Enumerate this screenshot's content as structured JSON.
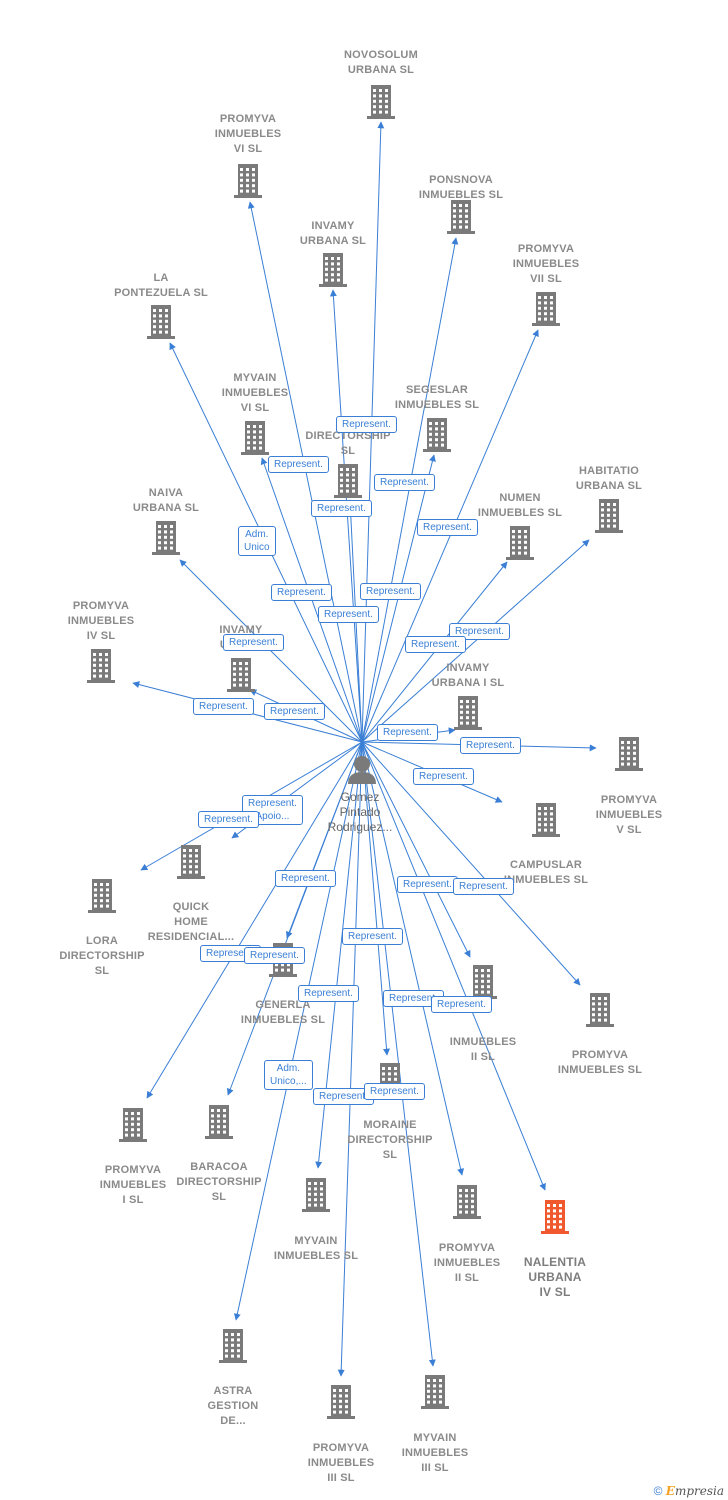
{
  "center": {
    "label": "Gomez\nPintado\nRodriguez..."
  },
  "colors": {
    "edge": "#3a7fd5",
    "building": "#7a7a7a",
    "highlight": "#f0582e"
  },
  "companies": [
    {
      "id": "novosolum",
      "label": "NOVOSOLUM\nURBANA  SL"
    },
    {
      "id": "promyva-vi",
      "label": "PROMYVA\nINMUEBLES\nVI  SL"
    },
    {
      "id": "ponsnova",
      "label": "PONSNOVA\nINMUEBLES  SL"
    },
    {
      "id": "invamy-urbana",
      "label": "INVAMY\nURBANA  SL"
    },
    {
      "id": "promyva-vii",
      "label": "PROMYVA\nINMUEBLES\nVII  SL"
    },
    {
      "id": "la-pontezuela",
      "label": "LA\nPONTEZUELA SL"
    },
    {
      "id": "myvain-vi",
      "label": "MYVAIN\nINMUEBLES\nVI  SL"
    },
    {
      "id": "segeslar",
      "label": "SEGESLAR\nINMUEBLES  SL"
    },
    {
      "id": "du-directorship",
      "label": "DU\nDIRECTORSHIP\nSL"
    },
    {
      "id": "habitatio",
      "label": "HABITATIO\nURBANA  SL"
    },
    {
      "id": "naiva",
      "label": "NAIVA\nURBANA  SL"
    },
    {
      "id": "numen",
      "label": "NUMEN\nINMUEBLES  SL"
    },
    {
      "id": "promyva-iv",
      "label": "PROMYVA\nINMUEBLES\nIV  SL"
    },
    {
      "id": "invamy-urba",
      "label": "INVAMY\nURBA..."
    },
    {
      "id": "invamy-urbana-i",
      "label": "INVAMY\nURBANA I  SL"
    },
    {
      "id": "promyva-v",
      "label": "PROMYVA\nINMUEBLES\nV  SL"
    },
    {
      "id": "campuslar",
      "label": "CAMPUSLAR\nINMUEBLES  SL"
    },
    {
      "id": "quick-home",
      "label": "QUICK\nHOME\nRESIDENCIAL..."
    },
    {
      "id": "lora",
      "label": "LORA\nDIRECTORSHIP\nSL"
    },
    {
      "id": "generla",
      "label": "GENERLA\nINMUEBLES  SL"
    },
    {
      "id": "myvain-ii",
      "label": "INMUEBLES\nII  SL"
    },
    {
      "id": "promyva-sl",
      "label": "PROMYVA\nINMUEBLES  SL"
    },
    {
      "id": "moraine",
      "label": "MORAINE\nDIRECTORSHIP\nSL"
    },
    {
      "id": "promyva-i",
      "label": "PROMYVA\nINMUEBLES\nI  SL"
    },
    {
      "id": "baracoa",
      "label": "BARACOA\nDIRECTORSHIP\nSL"
    },
    {
      "id": "myvain-sl",
      "label": "MYVAIN\nINMUEBLES  SL"
    },
    {
      "id": "promyva-ii",
      "label": "PROMYVA\nINMUEBLES\nII  SL"
    },
    {
      "id": "nalentia",
      "label": "NALENTIA\nURBANA\nIV  SL"
    },
    {
      "id": "astra",
      "label": "ASTRA\nGESTION\nDE..."
    },
    {
      "id": "promyva-iii",
      "label": "PROMYVA\nINMUEBLES\nIII  SL"
    },
    {
      "id": "myvain-iii",
      "label": "MYVAIN\nINMUEBLES\nIII  SL"
    }
  ],
  "relations": [
    "Represent.",
    "Represent.",
    "Represent.",
    "Represent.",
    "Adm.\nUnico",
    "Represent.",
    "Represent.",
    "Represent.",
    "Represent.",
    "Represent.",
    "Represent.",
    "Represent.",
    "Represent.",
    "Represent.",
    "Represent.",
    "Represent.",
    "Represent.",
    "Represent.\nApoio...",
    "Represent.",
    "Represent.",
    "Represent.",
    "Represent.",
    "Represent.",
    "Represent.",
    "Represent.",
    "Represent.",
    "Represent.",
    "Represent.",
    "Adm.\nUnico,...",
    "Represent.",
    "Represent."
  ],
  "footer": {
    "copyright": "©",
    "brand_first": "E",
    "brand_rest": "mpresia"
  }
}
